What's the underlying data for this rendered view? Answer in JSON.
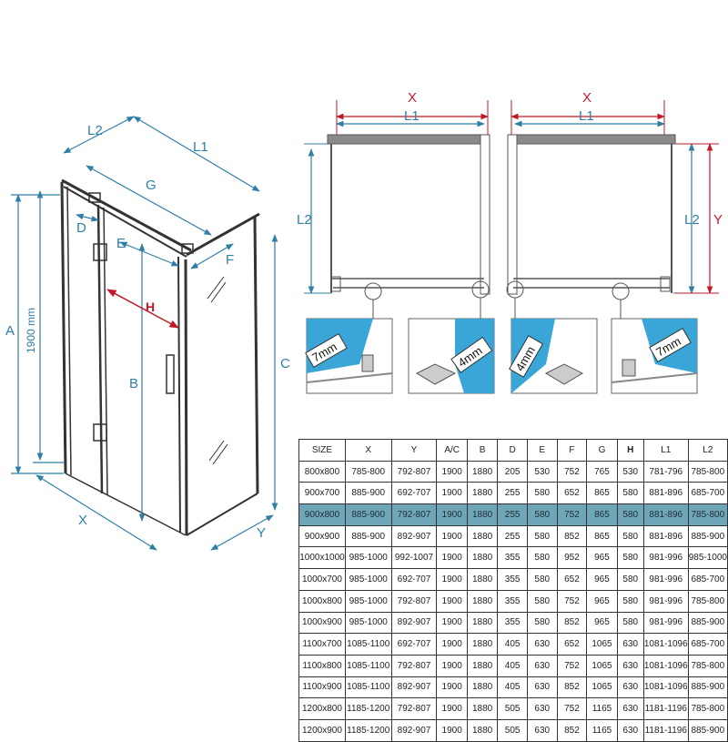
{
  "dimension_labels": {
    "L2": "L2",
    "L1": "L1",
    "G": "G",
    "D": "D",
    "E": "E",
    "F": "F",
    "H": "H",
    "A": "A",
    "B": "B",
    "C": "C",
    "X": "X",
    "Y": "Y",
    "height_mm": "1900 mm"
  },
  "detail_labels": [
    "7mm",
    "4mm",
    "4mm",
    "7mm"
  ],
  "colors": {
    "dimension": "#2f7fa6",
    "accent_red": "#c01a2a",
    "highlight_row": "#6fa7b8",
    "glass": "#3aa6d8"
  },
  "table": {
    "headers": [
      "SIZE",
      "X",
      "Y",
      "A/C",
      "B",
      "D",
      "E",
      "F",
      "G",
      "H",
      "L1",
      "L2"
    ],
    "highlight_row": 2,
    "rows": [
      [
        "800x800",
        "785-800",
        "792-807",
        "1900",
        "1880",
        "205",
        "530",
        "752",
        "765",
        "530",
        "781-796",
        "785-800"
      ],
      [
        "900x700",
        "885-900",
        "692-707",
        "1900",
        "1880",
        "255",
        "580",
        "652",
        "865",
        "580",
        "881-896",
        "685-700"
      ],
      [
        "900x800",
        "885-900",
        "792-807",
        "1900",
        "1880",
        "255",
        "580",
        "752",
        "865",
        "580",
        "881-896",
        "785-800"
      ],
      [
        "900x900",
        "885-900",
        "892-907",
        "1900",
        "1880",
        "255",
        "580",
        "852",
        "865",
        "580",
        "881-896",
        "885-900"
      ],
      [
        "1000x1000",
        "985-1000",
        "992-1007",
        "1900",
        "1880",
        "355",
        "580",
        "952",
        "965",
        "580",
        "981-996",
        "985-1000"
      ],
      [
        "1000x700",
        "985-1000",
        "692-707",
        "1900",
        "1880",
        "355",
        "580",
        "652",
        "965",
        "580",
        "981-996",
        "685-700"
      ],
      [
        "1000x800",
        "985-1000",
        "792-807",
        "1900",
        "1880",
        "355",
        "580",
        "752",
        "965",
        "580",
        "981-996",
        "785-800"
      ],
      [
        "1000x900",
        "985-1000",
        "892-907",
        "1900",
        "1880",
        "355",
        "580",
        "852",
        "965",
        "580",
        "981-996",
        "885-900"
      ],
      [
        "1100x700",
        "1085-1100",
        "692-707",
        "1900",
        "1880",
        "405",
        "630",
        "652",
        "1065",
        "630",
        "1081-1096",
        "685-700"
      ],
      [
        "1100x800",
        "1085-1100",
        "792-807",
        "1900",
        "1880",
        "405",
        "630",
        "752",
        "1065",
        "630",
        "1081-1096",
        "785-800"
      ],
      [
        "1100x900",
        "1085-1100",
        "892-907",
        "1900",
        "1880",
        "405",
        "630",
        "852",
        "1065",
        "630",
        "1081-1096",
        "885-900"
      ],
      [
        "1200x800",
        "1185-1200",
        "792-807",
        "1900",
        "1880",
        "505",
        "630",
        "752",
        "1165",
        "630",
        "1181-1196",
        "785-800"
      ],
      [
        "1200x900",
        "1185-1200",
        "892-907",
        "1900",
        "1880",
        "505",
        "630",
        "852",
        "1165",
        "630",
        "1181-1196",
        "885-900"
      ]
    ]
  }
}
